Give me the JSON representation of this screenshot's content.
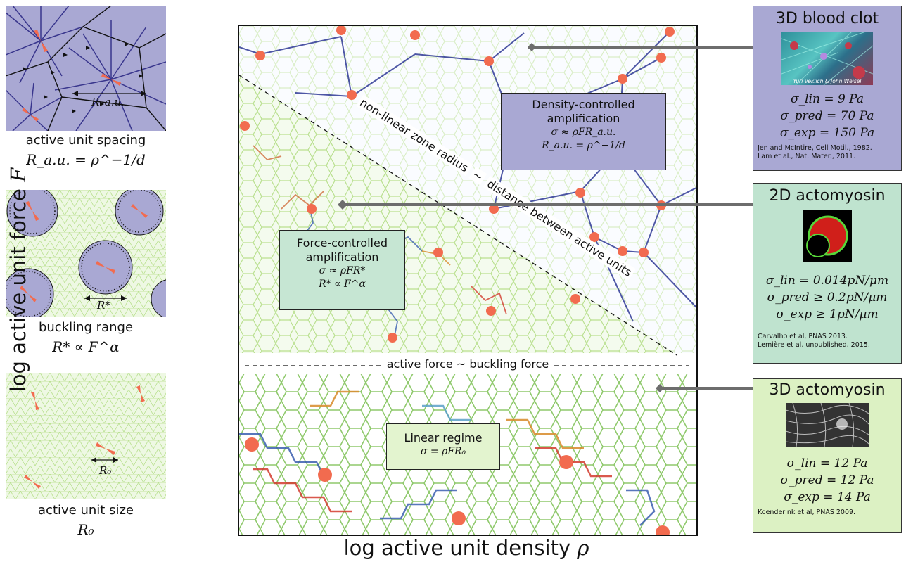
{
  "left_panels": [
    {
      "caption": "active unit spacing",
      "math": "R_a.u. = ρ^−1/d",
      "inner_label": "R_a.u."
    },
    {
      "caption": "buckling range",
      "math": "R* ∝ F^α",
      "inner_label": "R*"
    },
    {
      "caption": "active unit size",
      "math": "R₀",
      "inner_label": "R₀"
    }
  ],
  "axes": {
    "y_label": "log active unit force",
    "y_symbol": "F",
    "x_label": "log active unit density",
    "x_symbol": "ρ"
  },
  "regions": {
    "density": {
      "title1": "Density-controlled",
      "title2": "amplification",
      "eq1": "σ ≈ ρFR_a.u.",
      "eq2": "R_a.u. = ρ^−1/d"
    },
    "force": {
      "title1": "Force-controlled",
      "title2": "amplification",
      "eq1": "σ ≈ ρFR*",
      "eq2": "R* ∝ F^α"
    },
    "linear": {
      "title": "Linear regime",
      "eq": "σ = ρFR₀"
    }
  },
  "boundaries": {
    "diagonal_a": "non-linear zone radius",
    "diagonal_tilde": "~",
    "diagonal_b": "distance between active units",
    "horizontal": "active force ~ buckling force"
  },
  "examples": [
    {
      "title": "3D blood clot",
      "photo_credit": "Yuri Veklich & John Weisel",
      "lin": "σ_lin = 9 Pa",
      "pred": "σ_pred = 70 Pa",
      "exp": "σ_exp = 150 Pa",
      "ref1": "Jen and McIntire, Cell Motil., 1982.",
      "ref2": "Lam et al., Nat. Mater., 2011.",
      "bg": "#a9a8d3"
    },
    {
      "title": "2D actomyosin",
      "lin": "σ_lin = 0.014pN/μm",
      "pred": "σ_pred ≥ 0.2pN/μm",
      "exp": "σ_exp ≥ 1pN/μm",
      "ref1": "Carvalho et al, PNAS 2013.",
      "ref2": "Lemière et al, unpublished, 2015.",
      "bg": "#bfe3cf"
    },
    {
      "title": "3D actomyosin",
      "lin": "σ_lin = 12 Pa",
      "pred": "σ_pred = 12 Pa",
      "exp": "σ_exp = 14 Pa",
      "ref1": "Koenderink et al, PNAS 2009.",
      "ref2": "",
      "bg": "#dcf1c3"
    }
  ],
  "colors": {
    "node": "#f26b4f",
    "density_bg": "#a9a8d3",
    "force_box": "#c6e6d3",
    "linear_box": "#e3f4cf"
  }
}
